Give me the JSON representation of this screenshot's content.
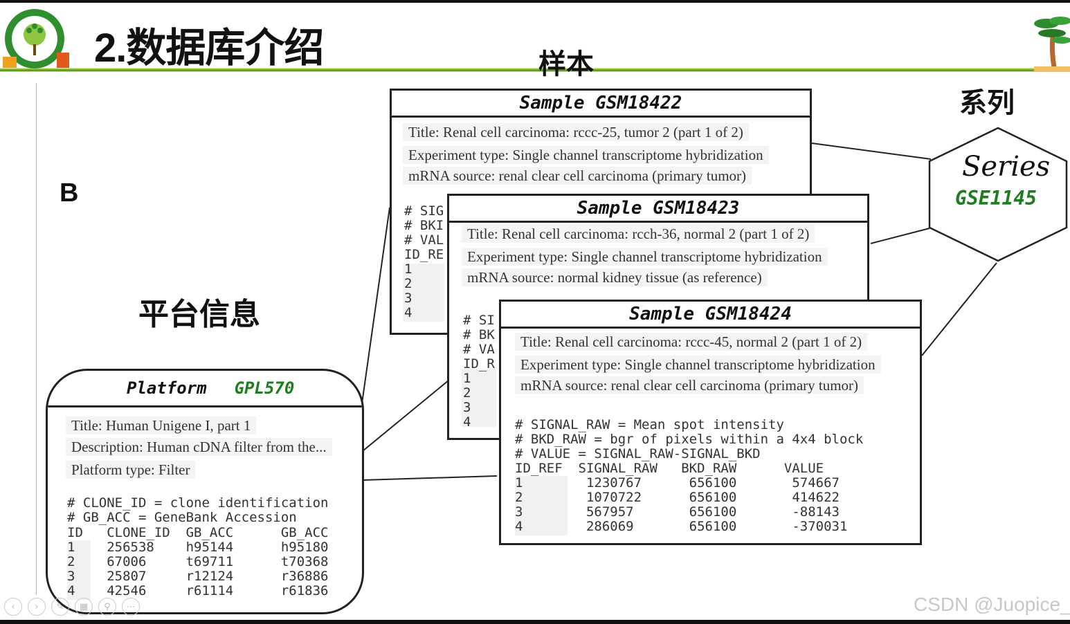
{
  "slide": {
    "title": "2.数据库介绍",
    "panel_letter": "B",
    "label_sample": "样本",
    "label_series": "系列",
    "label_platform": "平台信息"
  },
  "samples": [
    {
      "header": "Sample GSM18422",
      "title": "Title: Renal cell carcinoma: rccc-25, tumor 2 (part 1 of 2)",
      "experiment": "Experiment type: Single channel transcriptome hybridization",
      "mrna": "mRNA source: renal clear cell carcinoma (primary tumor)",
      "stub": "# SIG\n# BKI\n# VAL\nID_RE\n1\n2\n3\n4"
    },
    {
      "header": "Sample GSM18423",
      "title": "Title: Renal cell carcinoma: rcch-36, normal 2 (part 1 of 2)",
      "experiment": "Experiment type: Single channel transcriptome hybridization",
      "mrna": "mRNA source: normal kidney tissue (as reference)",
      "stub": "# SI\n# BK\n# VA\nID_R\n1\n2\n3\n4"
    },
    {
      "header": "Sample GSM18424",
      "title": "Title: Renal cell carcinoma: rccc-45, normal 2 (part 1 of 2)",
      "experiment": "Experiment type: Single channel transcriptome hybridization",
      "mrna": "mRNA source: renal clear cell carcinoma (primary tumor)",
      "comments": "# SIGNAL_RAW = Mean spot intensity\n# BKD_RAW = bgr of pixels within a 4x4 block\n# VALUE = SIGNAL_RAW-SIGNAL_BKD",
      "table": "ID_REF  SIGNAL_RAW   BKD_RAW      VALUE\n1        1230767      656100       574667\n2        1070722      656100       414622\n3        567957       656100       -88143\n4        286069       656100       -370031"
    }
  ],
  "platform": {
    "name": "Platform",
    "id": "GPL570",
    "title": "Title: Human Unigene I, part 1",
    "description": "Description: Human cDNA filter from the...",
    "type": "Platform type: Filter",
    "comments": "# CLONE_ID = clone identification\n# GB_ACC = GeneBank Accession",
    "table": "ID   CLONE_ID  GB_ACC      GB_ACC\n1    256538    h95144      h95180\n2    67006     t69711      t70368\n3    25807     r12124      r36886\n4    42546     r61114      r61836"
  },
  "series": {
    "name": "Series",
    "id": "GSE1145"
  },
  "toolbar_icons": [
    "prev-icon",
    "next-icon",
    "pen-icon",
    "grid-icon",
    "zoom-icon",
    "more-icon"
  ],
  "watermark": "CSDN @Juopice_"
}
